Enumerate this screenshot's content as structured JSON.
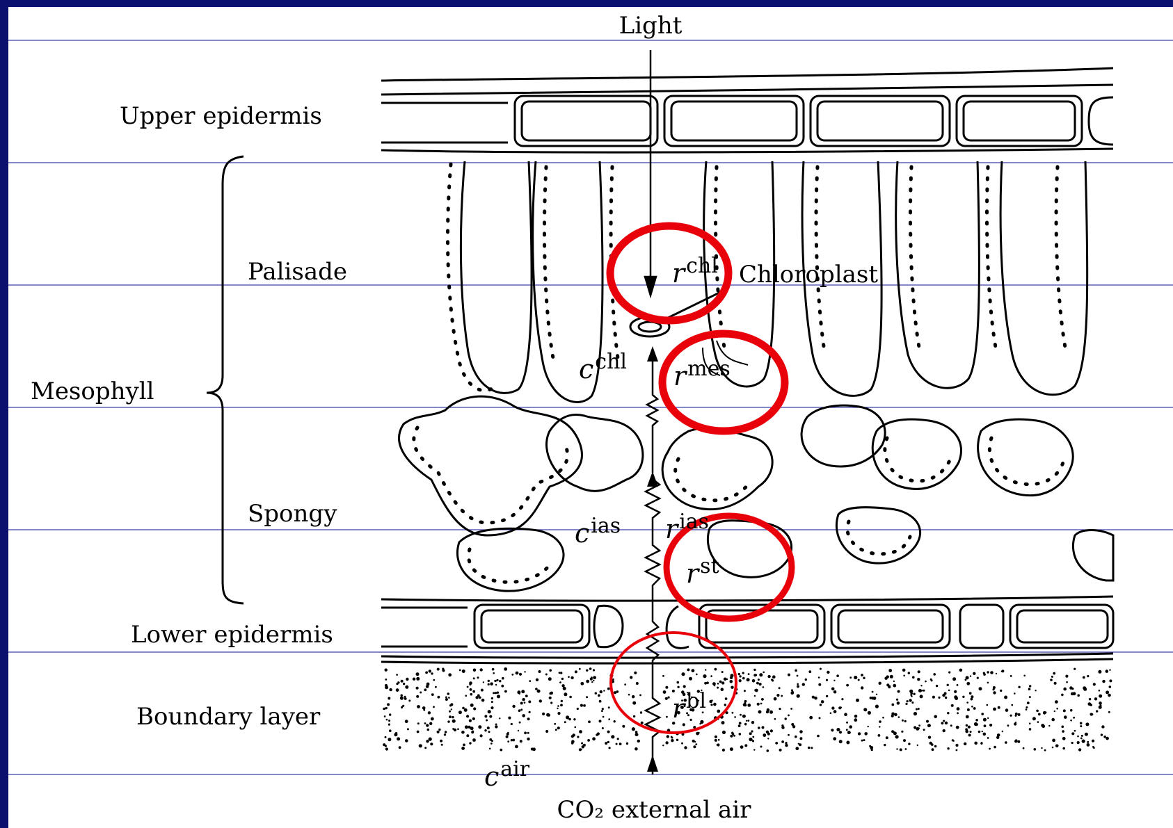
{
  "labels": {
    "light": "Light",
    "upper_epidermis": "Upper epidermis",
    "mesophyll": "Mesophyll",
    "palisade": "Palisade",
    "spongy": "Spongy",
    "lower_epidermis": "Lower epidermis",
    "boundary_layer": "Boundary layer",
    "chloroplast": "Chloroplast",
    "co2_external_air": "CO₂ external air"
  },
  "symbols": {
    "r_chl": {
      "base": "r",
      "sub": "chl"
    },
    "c_chl": {
      "base": "c",
      "sub": "chl"
    },
    "r_mes": {
      "base": "r",
      "sub": "mes"
    },
    "c_ias": {
      "base": "c",
      "sub": "ias"
    },
    "r_ias": {
      "base": "r",
      "sub": "ias"
    },
    "r_st": {
      "base": "r",
      "sub": "st"
    },
    "r_bl": {
      "base": "r",
      "sub": "bl"
    },
    "c_air": {
      "base": "c",
      "sub": "air"
    }
  },
  "colors": {
    "background": "#0b0f6e",
    "slide": "#ffffff",
    "rule_lines": "#3a3faa",
    "highlight": "#e8000a",
    "ink": "#000000"
  }
}
